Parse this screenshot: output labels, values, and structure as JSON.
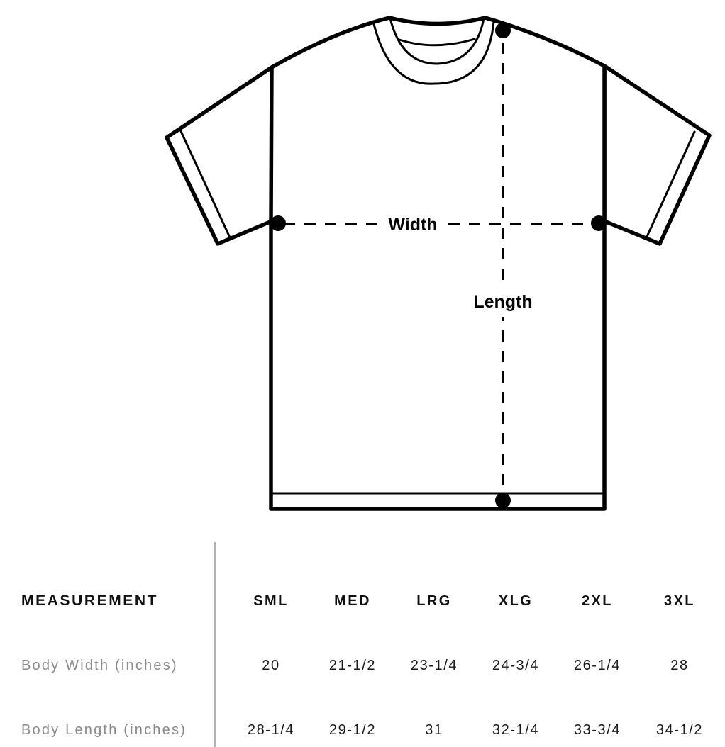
{
  "diagram": {
    "width_label": "Width",
    "length_label": "Length"
  },
  "table": {
    "header": {
      "label": "MEASUREMENT",
      "sizes": [
        "SML",
        "MED",
        "LRG",
        "XLG",
        "2XL",
        "3XL"
      ]
    },
    "rows": [
      {
        "label": "Body Width (inches)",
        "values": [
          "20",
          "21-1/2",
          "23-1/4",
          "24-3/4",
          "26-1/4",
          "28"
        ]
      },
      {
        "label": "Body Length (inches)",
        "values": [
          "28-1/4",
          "29-1/2",
          "31",
          "32-1/4",
          "33-3/4",
          "34-1/2"
        ]
      }
    ]
  },
  "colors": {
    "line": "#000000",
    "header_text": "#111111",
    "row_label_text": "#8a8a8a",
    "value_text": "#1a1a1a",
    "divider": "#b3b3b3",
    "background": "#ffffff"
  }
}
